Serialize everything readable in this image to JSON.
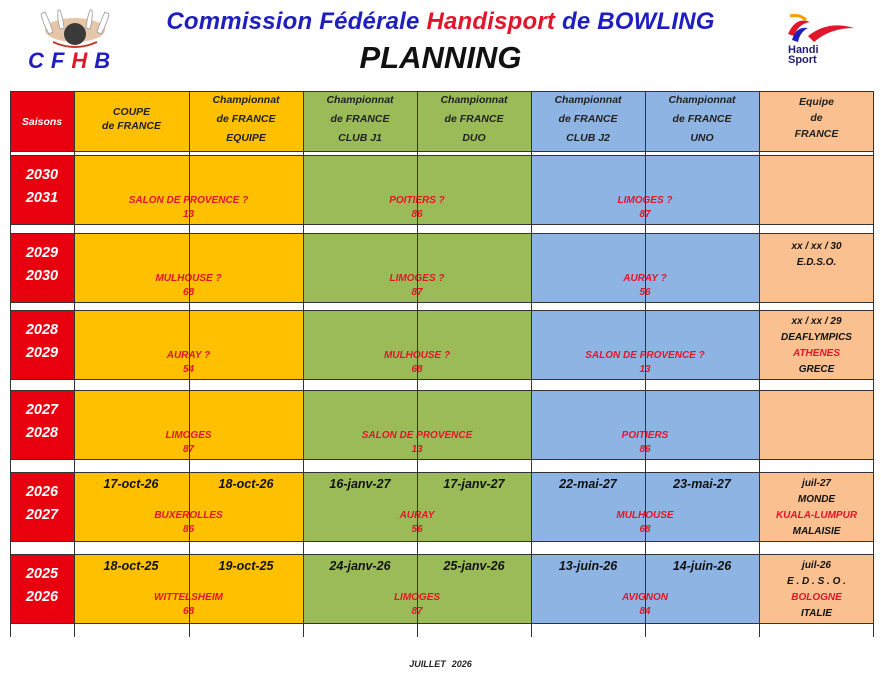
{
  "header": {
    "title_part1": "Commission Fédérale",
    "title_red": "Handisport",
    "title_part2": "de BOWLING",
    "subtitle": "PLANNING",
    "org_acronym": [
      "C",
      "F",
      "H",
      "B"
    ],
    "logo_right_text": "Handi Sport",
    "logo_right_text_lines": [
      "Handi",
      "Sport"
    ]
  },
  "columns": {
    "saisons": "Saisons",
    "coupe": [
      "COUPE",
      "de FRANCE"
    ],
    "equipe": [
      "Championnat",
      "de FRANCE",
      "EQUIPE"
    ],
    "club_j1": [
      "Championnat",
      "de FRANCE",
      "CLUB J1"
    ],
    "duo": [
      "Championnat",
      "de FRANCE",
      "DUO"
    ],
    "club_j2": [
      "Championnat",
      "de FRANCE",
      "CLUB J2"
    ],
    "uno": [
      "Championnat",
      "de FRANCE",
      "UNO"
    ],
    "equipe_france": [
      "Equipe",
      "de",
      "FRANCE"
    ]
  },
  "rows": [
    {
      "years": [
        "2030",
        "2031"
      ],
      "yellow": {
        "venue": "SALON DE PROVENCE ?",
        "dept": "13"
      },
      "green": {
        "venue": "POITIERS ?",
        "dept": "86"
      },
      "blue": {
        "venue": "LIMOGES ?",
        "dept": "87"
      },
      "equipe_france": []
    },
    {
      "years": [
        "2029",
        "2030"
      ],
      "yellow": {
        "venue": "MULHOUSE ?",
        "dept": "68"
      },
      "green": {
        "venue": "LIMOGES ?",
        "dept": "87"
      },
      "blue": {
        "venue": "AURAY ?",
        "dept": "56"
      },
      "equipe_france": [
        {
          "t": "xx / xx / 30",
          "red": false
        },
        {
          "t": "E.D.S.O.",
          "red": false
        }
      ]
    },
    {
      "years": [
        "2028",
        "2029"
      ],
      "yellow": {
        "venue": "AURAY ?",
        "dept": "54"
      },
      "green": {
        "venue": "MULHOUSE ?",
        "dept": "68"
      },
      "blue": {
        "venue": "SALON DE PROVENCE ?",
        "dept": "13"
      },
      "equipe_france": [
        {
          "t": "xx / xx / 29",
          "red": false
        },
        {
          "t": "DEAFLYMPICS",
          "red": false
        },
        {
          "t": "ATHENES",
          "red": true
        },
        {
          "t": "GRECE",
          "red": false
        }
      ]
    },
    {
      "years": [
        "2027",
        "2028"
      ],
      "yellow": {
        "venue": "LIMOGES",
        "dept": "87"
      },
      "green": {
        "venue": "SALON DE PROVENCE",
        "dept": "13"
      },
      "blue": {
        "venue": "POITIERS",
        "dept": "86"
      },
      "equipe_france": []
    },
    {
      "years": [
        "2026",
        "2027"
      ],
      "dates": [
        "17-oct-26",
        "18-oct-26",
        "16-janv-27",
        "17-janv-27",
        "22-mai-27",
        "23-mai-27"
      ],
      "yellow": {
        "venue": "BUXEROLLES",
        "dept": "86"
      },
      "green": {
        "venue": "AURAY",
        "dept": "56"
      },
      "blue": {
        "venue": "MULHOUSE",
        "dept": "68"
      },
      "equipe_france": [
        {
          "t": "juil-27",
          "red": false
        },
        {
          "t": "MONDE",
          "red": false
        },
        {
          "t": "KUALA-LUMPUR",
          "red": true
        },
        {
          "t": "MALAISIE",
          "red": false
        }
      ]
    },
    {
      "years": [
        "2025",
        "2026"
      ],
      "dates": [
        "18-oct-25",
        "19-oct-25",
        "24-janv-26",
        "25-janv-26",
        "13-juin-26",
        "14-juin-26"
      ],
      "yellow": {
        "venue": "WITTELSHEIM",
        "dept": "68"
      },
      "green": {
        "venue": "LIMOGES",
        "dept": "87"
      },
      "blue": {
        "venue": "AVIGNON",
        "dept": "84"
      },
      "equipe_france": [
        {
          "t": "juil-26",
          "red": false
        },
        {
          "t": "E . D . S . O .",
          "red": false
        },
        {
          "t": "BOLOGNE",
          "red": true
        },
        {
          "t": "ITALIE",
          "red": false
        }
      ]
    }
  ],
  "footer": {
    "month": "JUILLET",
    "year": "2026"
  },
  "colors": {
    "saison": "#e8000f",
    "yellow": "#ffc000",
    "green": "#9bbb59",
    "blue": "#8eb4e3",
    "peach": "#fac090",
    "title_blue": "#1f1fbf",
    "accent_red": "#e2162a"
  }
}
